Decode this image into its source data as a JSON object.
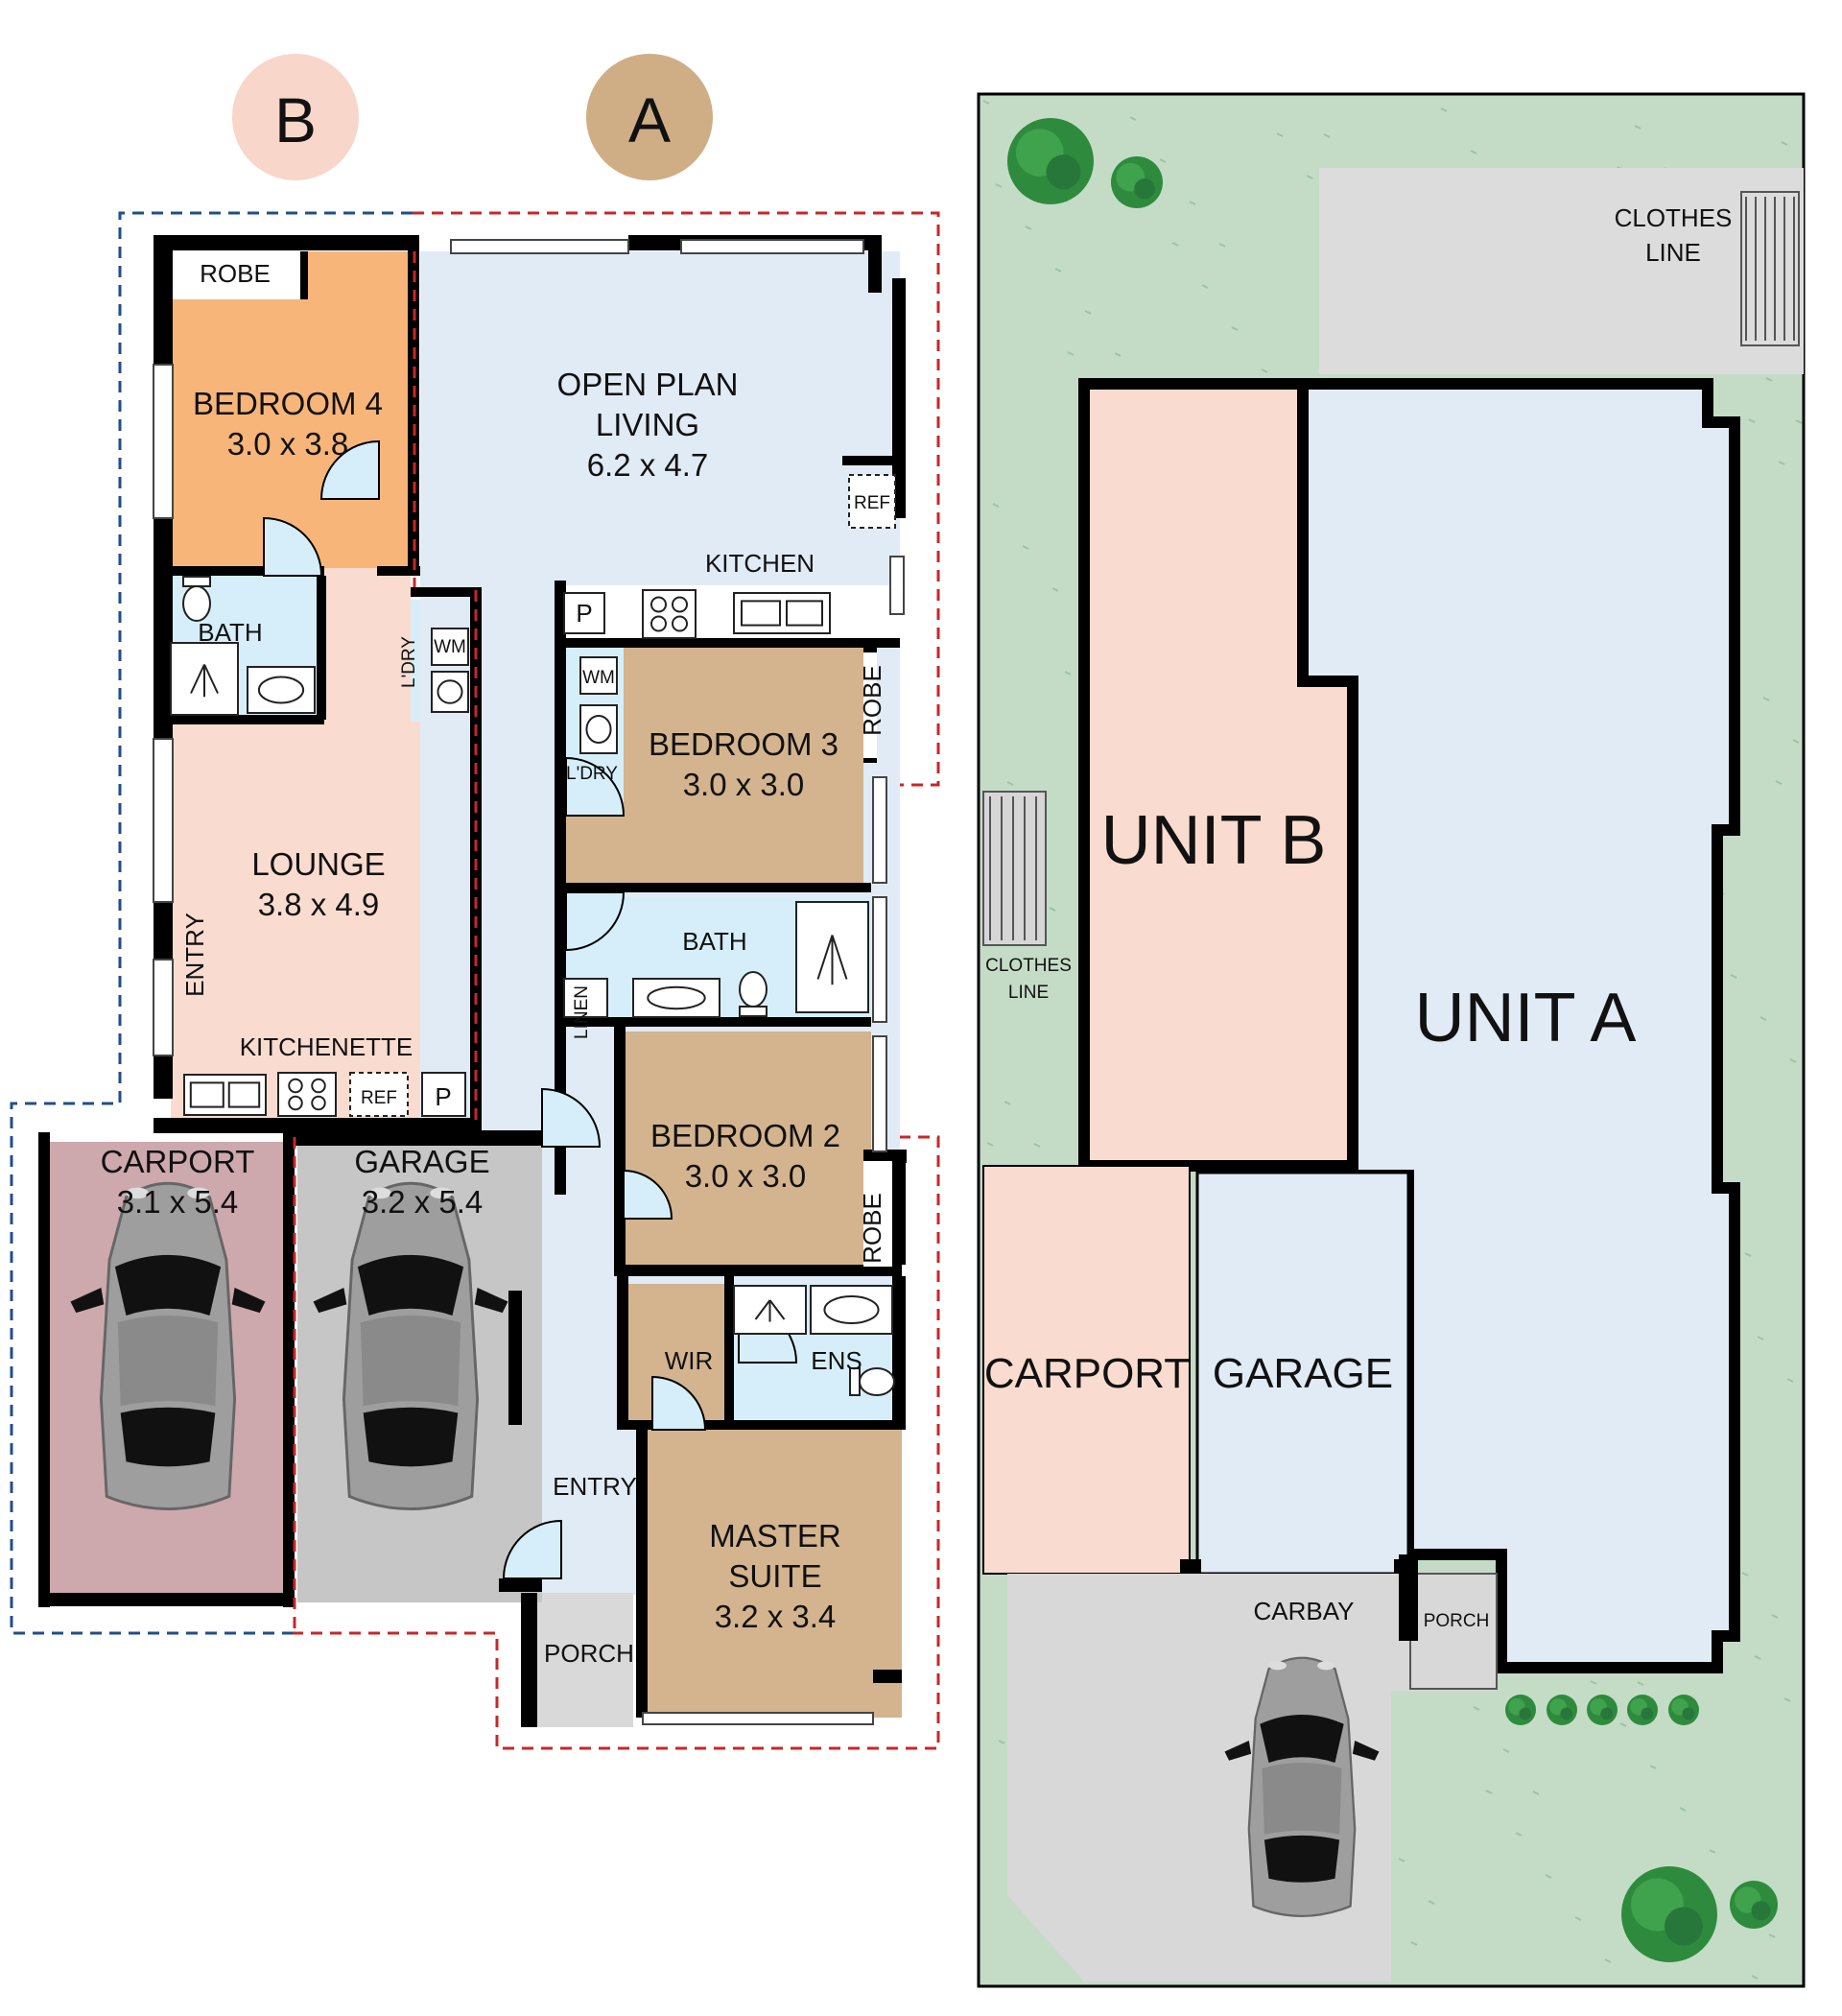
{
  "markers": {
    "unit_b": "B",
    "unit_a": "A"
  },
  "colors": {
    "bedroom4": "#f7b57a",
    "unit_b_living": "#f9dccf",
    "unit_a_living": "#e1ebf6",
    "master_rooms": "#d3b48e",
    "wet_areas": "#d6eef9",
    "carport": "#cda8ad",
    "garage": "#c6c6c6",
    "porch": "#d9d9d9",
    "grass": "#c4dcc6",
    "marker_b": "#f8d6c9",
    "marker_a": "#cfae86",
    "boundary_b": "#1f4e8c",
    "boundary_a": "#c62828"
  },
  "unit_b": {
    "robe": "ROBE",
    "bedroom4": {
      "name": "BEDROOM 4",
      "size": "3.0 x 3.8"
    },
    "bath": "BATH",
    "laundry": "L'DRY",
    "wm": "WM",
    "lounge": {
      "name": "LOUNGE",
      "size": "3.8 x 4.9"
    },
    "entry": "ENTRY",
    "kitchenette": "KITCHENETTE",
    "ref": "REF",
    "pantry": "P",
    "carport": {
      "name": "CARPORT",
      "size": "3.1 x 5.4"
    }
  },
  "unit_a": {
    "living": {
      "line1": "OPEN PLAN",
      "line2": "LIVING",
      "size": "6.2 x 4.7"
    },
    "ref": "REF",
    "kitchen": "KITCHEN",
    "pantry": "P",
    "wm": "WM",
    "laundry": "L'DRY",
    "bedroom3": {
      "name": "BEDROOM 3",
      "size": "3.0 x 3.0"
    },
    "robe3": "ROBE",
    "bath": "BATH",
    "linen": "LINEN",
    "bedroom2": {
      "name": "BEDROOM 2",
      "size": "3.0 x 3.0"
    },
    "robe2": "ROBE",
    "wir": "WIR",
    "ens": "ENS",
    "entry": "ENTRY",
    "master": {
      "line1": "MASTER",
      "line2": "SUITE",
      "size": "3.2 x 3.4"
    },
    "porch": "PORCH",
    "garage": {
      "name": "GARAGE",
      "size": "3.2 x 5.4"
    }
  },
  "site": {
    "clothes_line_top": {
      "line1": "CLOTHES",
      "line2": "LINE"
    },
    "clothes_line_left": {
      "line1": "CLOTHES",
      "line2": "LINE"
    },
    "unit_b": "UNIT B",
    "unit_a": "UNIT A",
    "carport": "CARPORT",
    "garage": "GARAGE",
    "carbay": "CARBAY",
    "porch": "PORCH"
  },
  "icons": [
    "car-icon",
    "tree-icon",
    "toilet-icon",
    "shower-icon",
    "basin-icon",
    "sink-icon",
    "cooktop-icon",
    "clothes-line-icon",
    "door-swing-icon"
  ]
}
